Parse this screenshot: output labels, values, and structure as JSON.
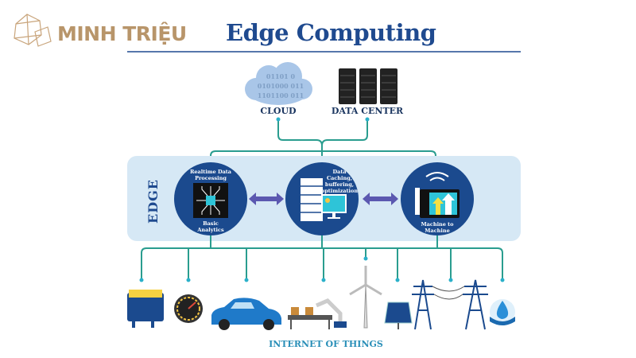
{
  "brand": {
    "name": "MINH TRIỆU"
  },
  "title": "Edge Computing",
  "top": {
    "cloud_label": "CLOUD",
    "datacenter_label": "DATA CENTER",
    "cloud_binary": [
      "01101 0",
      "0101000 011",
      "1101100 011"
    ]
  },
  "edge": {
    "label": "EDGE",
    "nodes": [
      {
        "top_label": [
          "Realtime Data",
          "Processing"
        ],
        "bottom_label": [
          "Basic",
          "Analytics"
        ]
      },
      {
        "top_label": [
          "Data",
          "Caching,",
          "buffering,",
          "optimization"
        ]
      },
      {
        "bottom_label": [
          "Machine to",
          "Machine"
        ]
      }
    ]
  },
  "iot": {
    "label": "INTERNET OF THINGS",
    "devices": [
      "engine-icon",
      "gauge-icon",
      "car-icon",
      "robot-arm-conveyor-icon",
      "wind-turbine-icon",
      "solar-panel-icon",
      "power-tower-icon",
      "water-drop-icon"
    ]
  },
  "colors": {
    "title": "#1f4a8f",
    "circle": "#1b4a8e",
    "line": "#2a9d8f",
    "panel": "#d6e8f5",
    "arrow": "#5b58b0",
    "brand": "#b8956a"
  }
}
